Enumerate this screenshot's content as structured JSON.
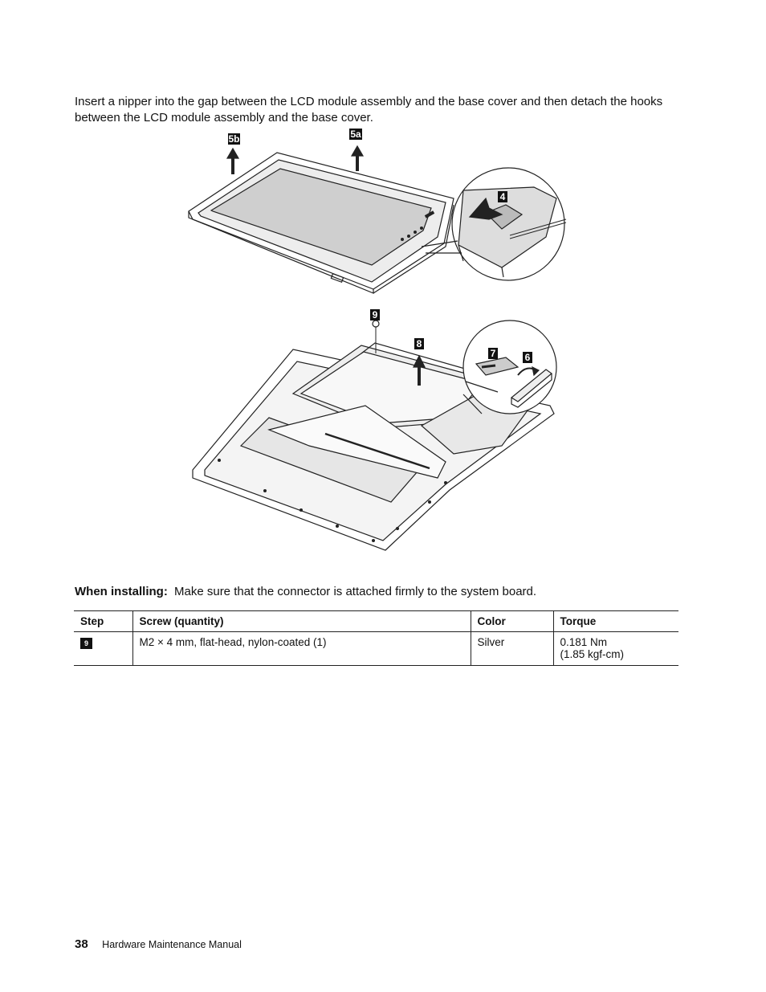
{
  "intro_text": "Insert a nipper into the gap between the LCD module assembly and the base cover and then detach the hooks between the LCD module assembly and the base cover.",
  "callouts": [
    "5b",
    "5a",
    "4",
    "9",
    "8",
    "7",
    "6"
  ],
  "installing": {
    "label": "When installing:",
    "text": "Make sure that the connector is attached firmly to the system board."
  },
  "table": {
    "headers": [
      "Step",
      "Screw (quantity)",
      "Color",
      "Torque"
    ],
    "rows": [
      {
        "step": "9",
        "screw": "M2 × 4 mm, flat-head, nylon-coated (1)",
        "color": "Silver",
        "torque_line1": "0.181 Nm",
        "torque_line2": "(1.85 kgf-cm)"
      }
    ]
  },
  "footer": {
    "page_number": "38",
    "title": "Hardware Maintenance Manual"
  }
}
